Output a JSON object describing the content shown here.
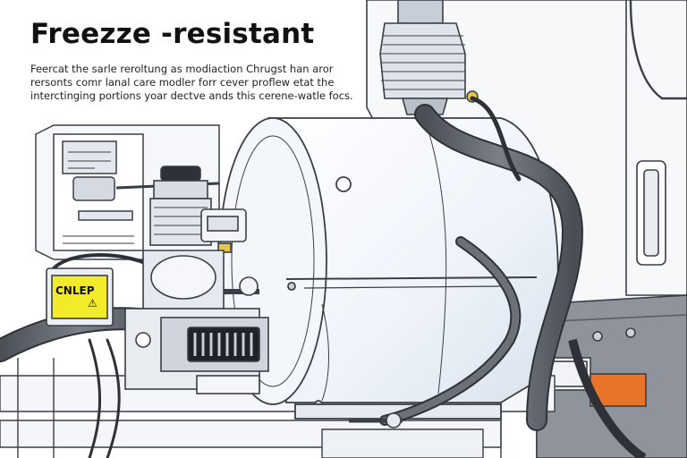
{
  "title": "Freezze -resistant",
  "caption_lines": [
    "Feercat the sarle reroltung as modiaction Chrugst han aror",
    "rersonts comr lanal care modler forr cever proflew etat the",
    "interctinging portions yoar dectve ands this cerene-watle focs."
  ],
  "warning_label": "CNLEP",
  "colors": {
    "outline": "#3a3f46",
    "tank_fill": "#eef3fa",
    "hose": "#5b5f66",
    "label_yellow": "#f3ea2c",
    "tail_light": "#e8742a",
    "truck_body": "#f7f8fa"
  }
}
